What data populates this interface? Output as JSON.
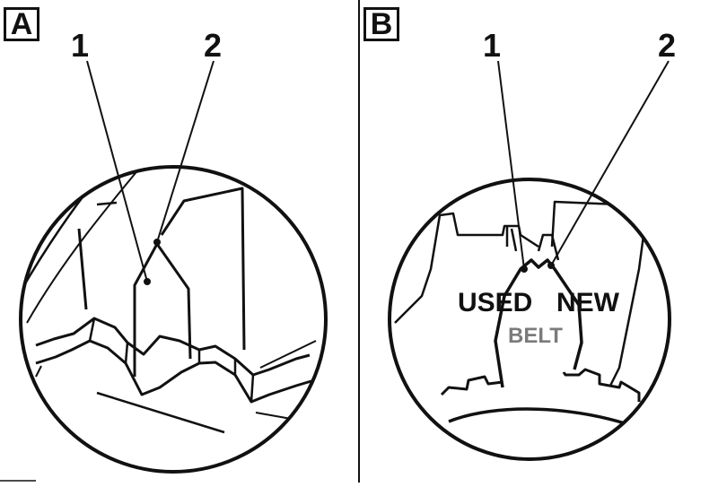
{
  "panels": [
    {
      "tag": "A",
      "callouts": [
        "1",
        "2"
      ]
    },
    {
      "tag": "B",
      "callouts": [
        "1",
        "2"
      ],
      "gauge_labels": {
        "left": "USED",
        "right": "NEW",
        "bottom": "BELT"
      }
    }
  ],
  "colors": {
    "ink": "#111111",
    "paper": "#ffffff"
  }
}
